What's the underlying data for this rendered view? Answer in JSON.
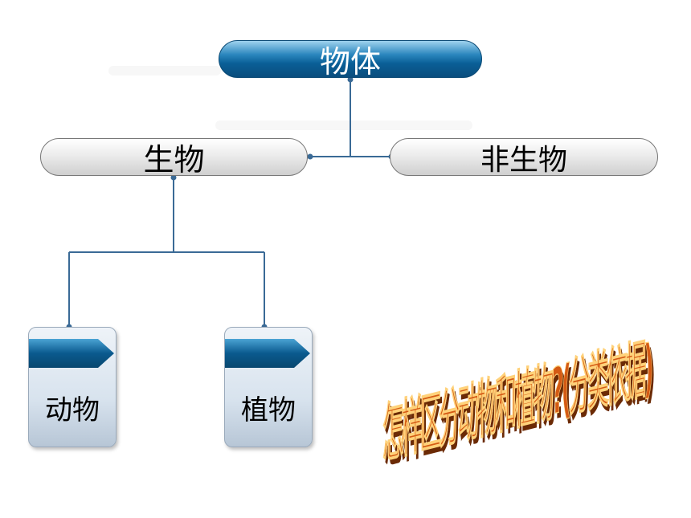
{
  "nodes": {
    "root": "物体",
    "living": "生物",
    "nonliving": "非生物",
    "animal": "动物",
    "plant": "植物"
  },
  "wordart": {
    "text": "怎样区分动物和植物?(分类依据)"
  },
  "colors": {
    "connector": "#3a6a96",
    "root_fill": "#0a5f97",
    "tab_fill": "#0a5a8e",
    "wordart_fill": "#d45a14",
    "wordart_shadow": "#6b2a05"
  }
}
